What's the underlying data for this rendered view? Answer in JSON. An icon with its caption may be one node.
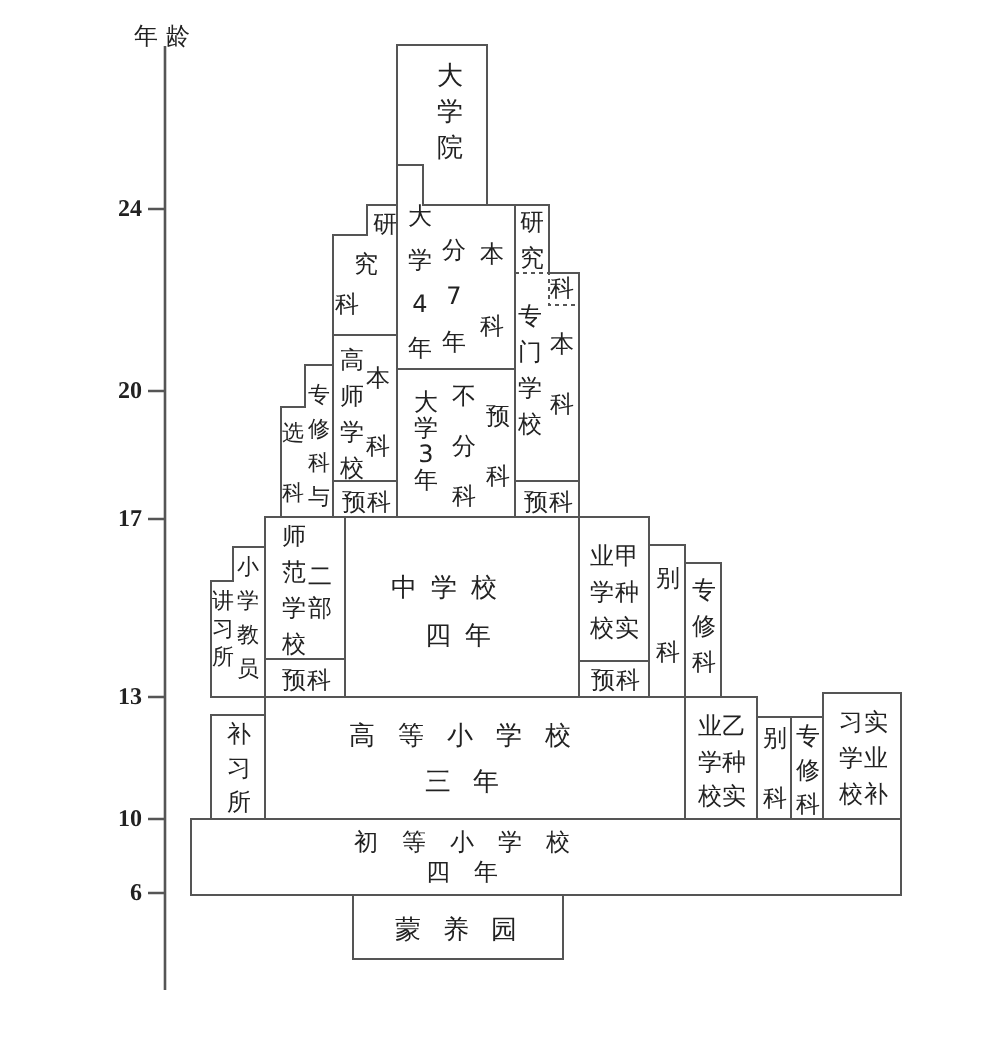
{
  "diagram": {
    "nodes": [
      {
        "text": [
          "大学院"
        ]
      },
      {
        "text": [
          "研究科"
        ]
      },
      {
        "text": [
          "大学4年",
          "分7年",
          "本科"
        ]
      },
      {
        "text": [
          "研究科"
        ]
      },
      {
        "text": [
          "专修科与选科"
        ]
      },
      {
        "text": [
          "高师学校",
          "本科"
        ]
      },
      {
        "text": [
          "大学3年",
          "不分科",
          "预科"
        ]
      },
      {
        "text": [
          "专门学校",
          "本科"
        ]
      },
      {
        "text": [
          "预科"
        ]
      },
      {
        "text": [
          "预科"
        ]
      },
      {
        "text": [
          "小学教员讲习所"
        ]
      },
      {
        "text": [
          "师范学校",
          "二部"
        ]
      },
      {
        "text": [
          "中学校",
          "四年"
        ]
      },
      {
        "text": [
          "甲种实业学校"
        ]
      },
      {
        "text": [
          "别科"
        ]
      },
      {
        "text": [
          "专修科"
        ]
      },
      {
        "text": [
          "预科"
        ]
      },
      {
        "text": [
          "预科"
        ]
      },
      {
        "text": [
          "补习所"
        ]
      },
      {
        "text": [
          "高等小学校",
          "三年"
        ]
      },
      {
        "text": [
          "乙种实业学校"
        ]
      },
      {
        "text": [
          "别科"
        ]
      },
      {
        "text": [
          "专修科"
        ]
      },
      {
        "text": [
          "实业补习学校"
        ]
      },
      {
        "text": [
          "初等小学校",
          "四年"
        ]
      },
      {
        "text": [
          "蒙养园"
        ]
      }
    ],
    "labels": [
      "年龄",
      "24",
      "20",
      "17",
      "13",
      "10",
      "6"
    ]
  }
}
